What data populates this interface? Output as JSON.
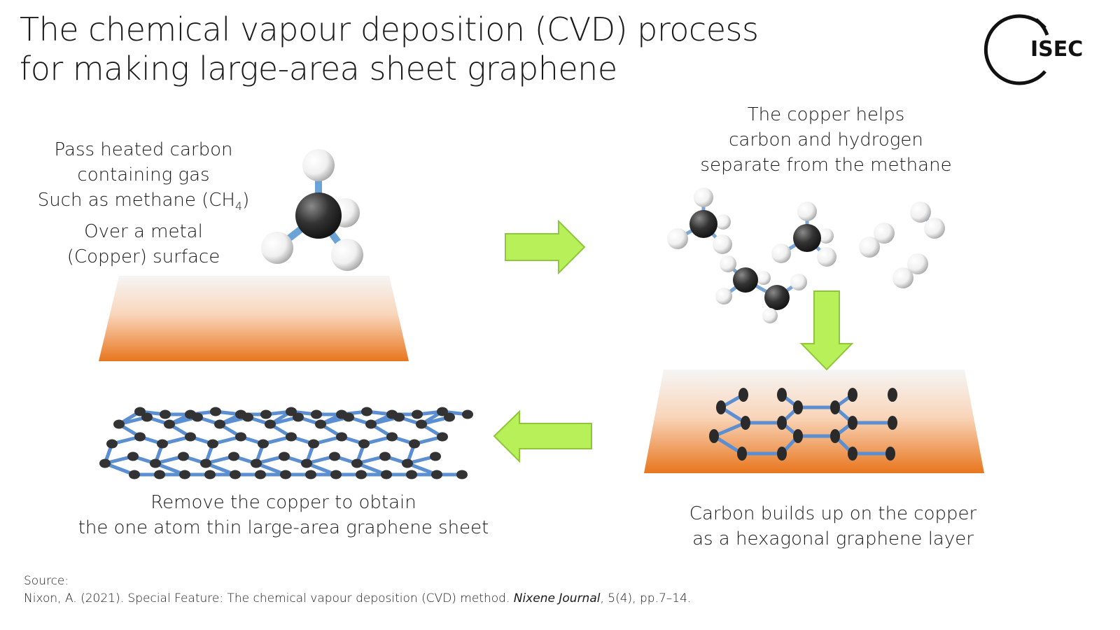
{
  "title": {
    "line1": "The chemical vapour deposition (CVD) process",
    "line2": "for making large-area sheet graphene"
  },
  "logo": {
    "text": "ISEC",
    "icon": "isec-ring-logo"
  },
  "steps": {
    "step1": {
      "lines": [
        "Pass heated carbon",
        "containing gas",
        "Such as methane (CH",
        "Over a metal",
        "(Copper) surface"
      ],
      "subscript": "4",
      "close": ")"
    },
    "step2": {
      "lines": [
        "The copper helps",
        "carbon and hydrogen",
        "separate from the methane"
      ]
    },
    "step3": {
      "lines": [
        "Carbon builds up on the copper",
        "as a hexagonal graphene layer"
      ]
    },
    "step4": {
      "lines": [
        "Remove the copper to obtain",
        "the one atom thin large-area graphene sheet"
      ]
    }
  },
  "source": {
    "label": "Source:",
    "citation_pre": "Nixon, A. (2021). Special Feature: The chemical vapour deposition (CVD) method. ",
    "journal": "Nixene Journal",
    "citation_post": ", 5(4), pp.7–14."
  },
  "colors": {
    "copper": "#e8761e",
    "arrow_fill": "#b8f05a",
    "arrow_stroke": "#8fc63a",
    "carbon": "#333333",
    "bond": "#5b8fd1"
  }
}
